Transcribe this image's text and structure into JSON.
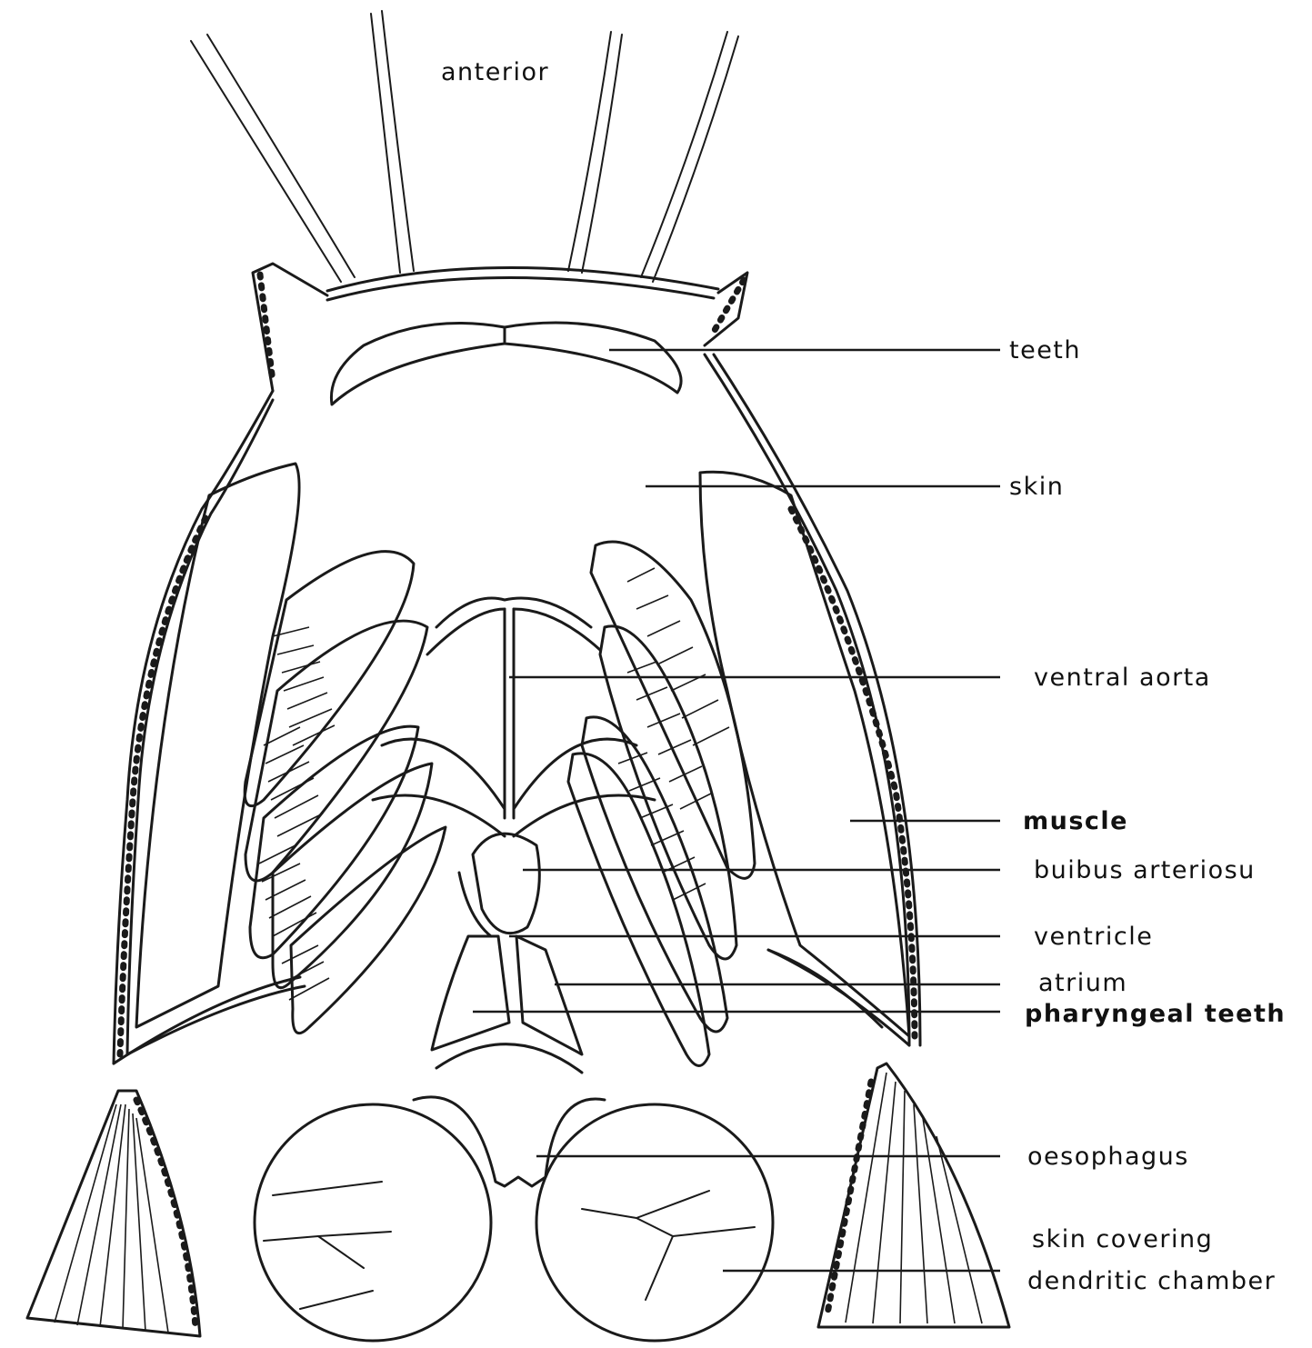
{
  "diagram": {
    "orientation_label": "anterior",
    "labels": [
      {
        "id": "teeth",
        "text": "teeth",
        "bold": false
      },
      {
        "id": "skin",
        "text": "skin",
        "bold": false
      },
      {
        "id": "ventral-aorta",
        "text": "ventral aorta",
        "bold": false
      },
      {
        "id": "muscle",
        "text": "muscle",
        "bold": true
      },
      {
        "id": "bulbus",
        "text": "buibus arteriosu",
        "bold": false
      },
      {
        "id": "ventricle",
        "text": "ventricle",
        "bold": false
      },
      {
        "id": "atrium",
        "text": "atrium",
        "bold": false
      },
      {
        "id": "pharyngeal-teeth",
        "text": "pharyngeal teeth",
        "bold": true
      },
      {
        "id": "oesophagus",
        "text": "oesophagus",
        "bold": false
      },
      {
        "id": "skin-covering",
        "text": "skin covering",
        "bold": false
      },
      {
        "id": "dendritic-chamber",
        "text": "dendritic chamber",
        "bold": false
      }
    ],
    "colors": {
      "ink": "#1a1a1a",
      "paper": "#ffffff"
    }
  }
}
